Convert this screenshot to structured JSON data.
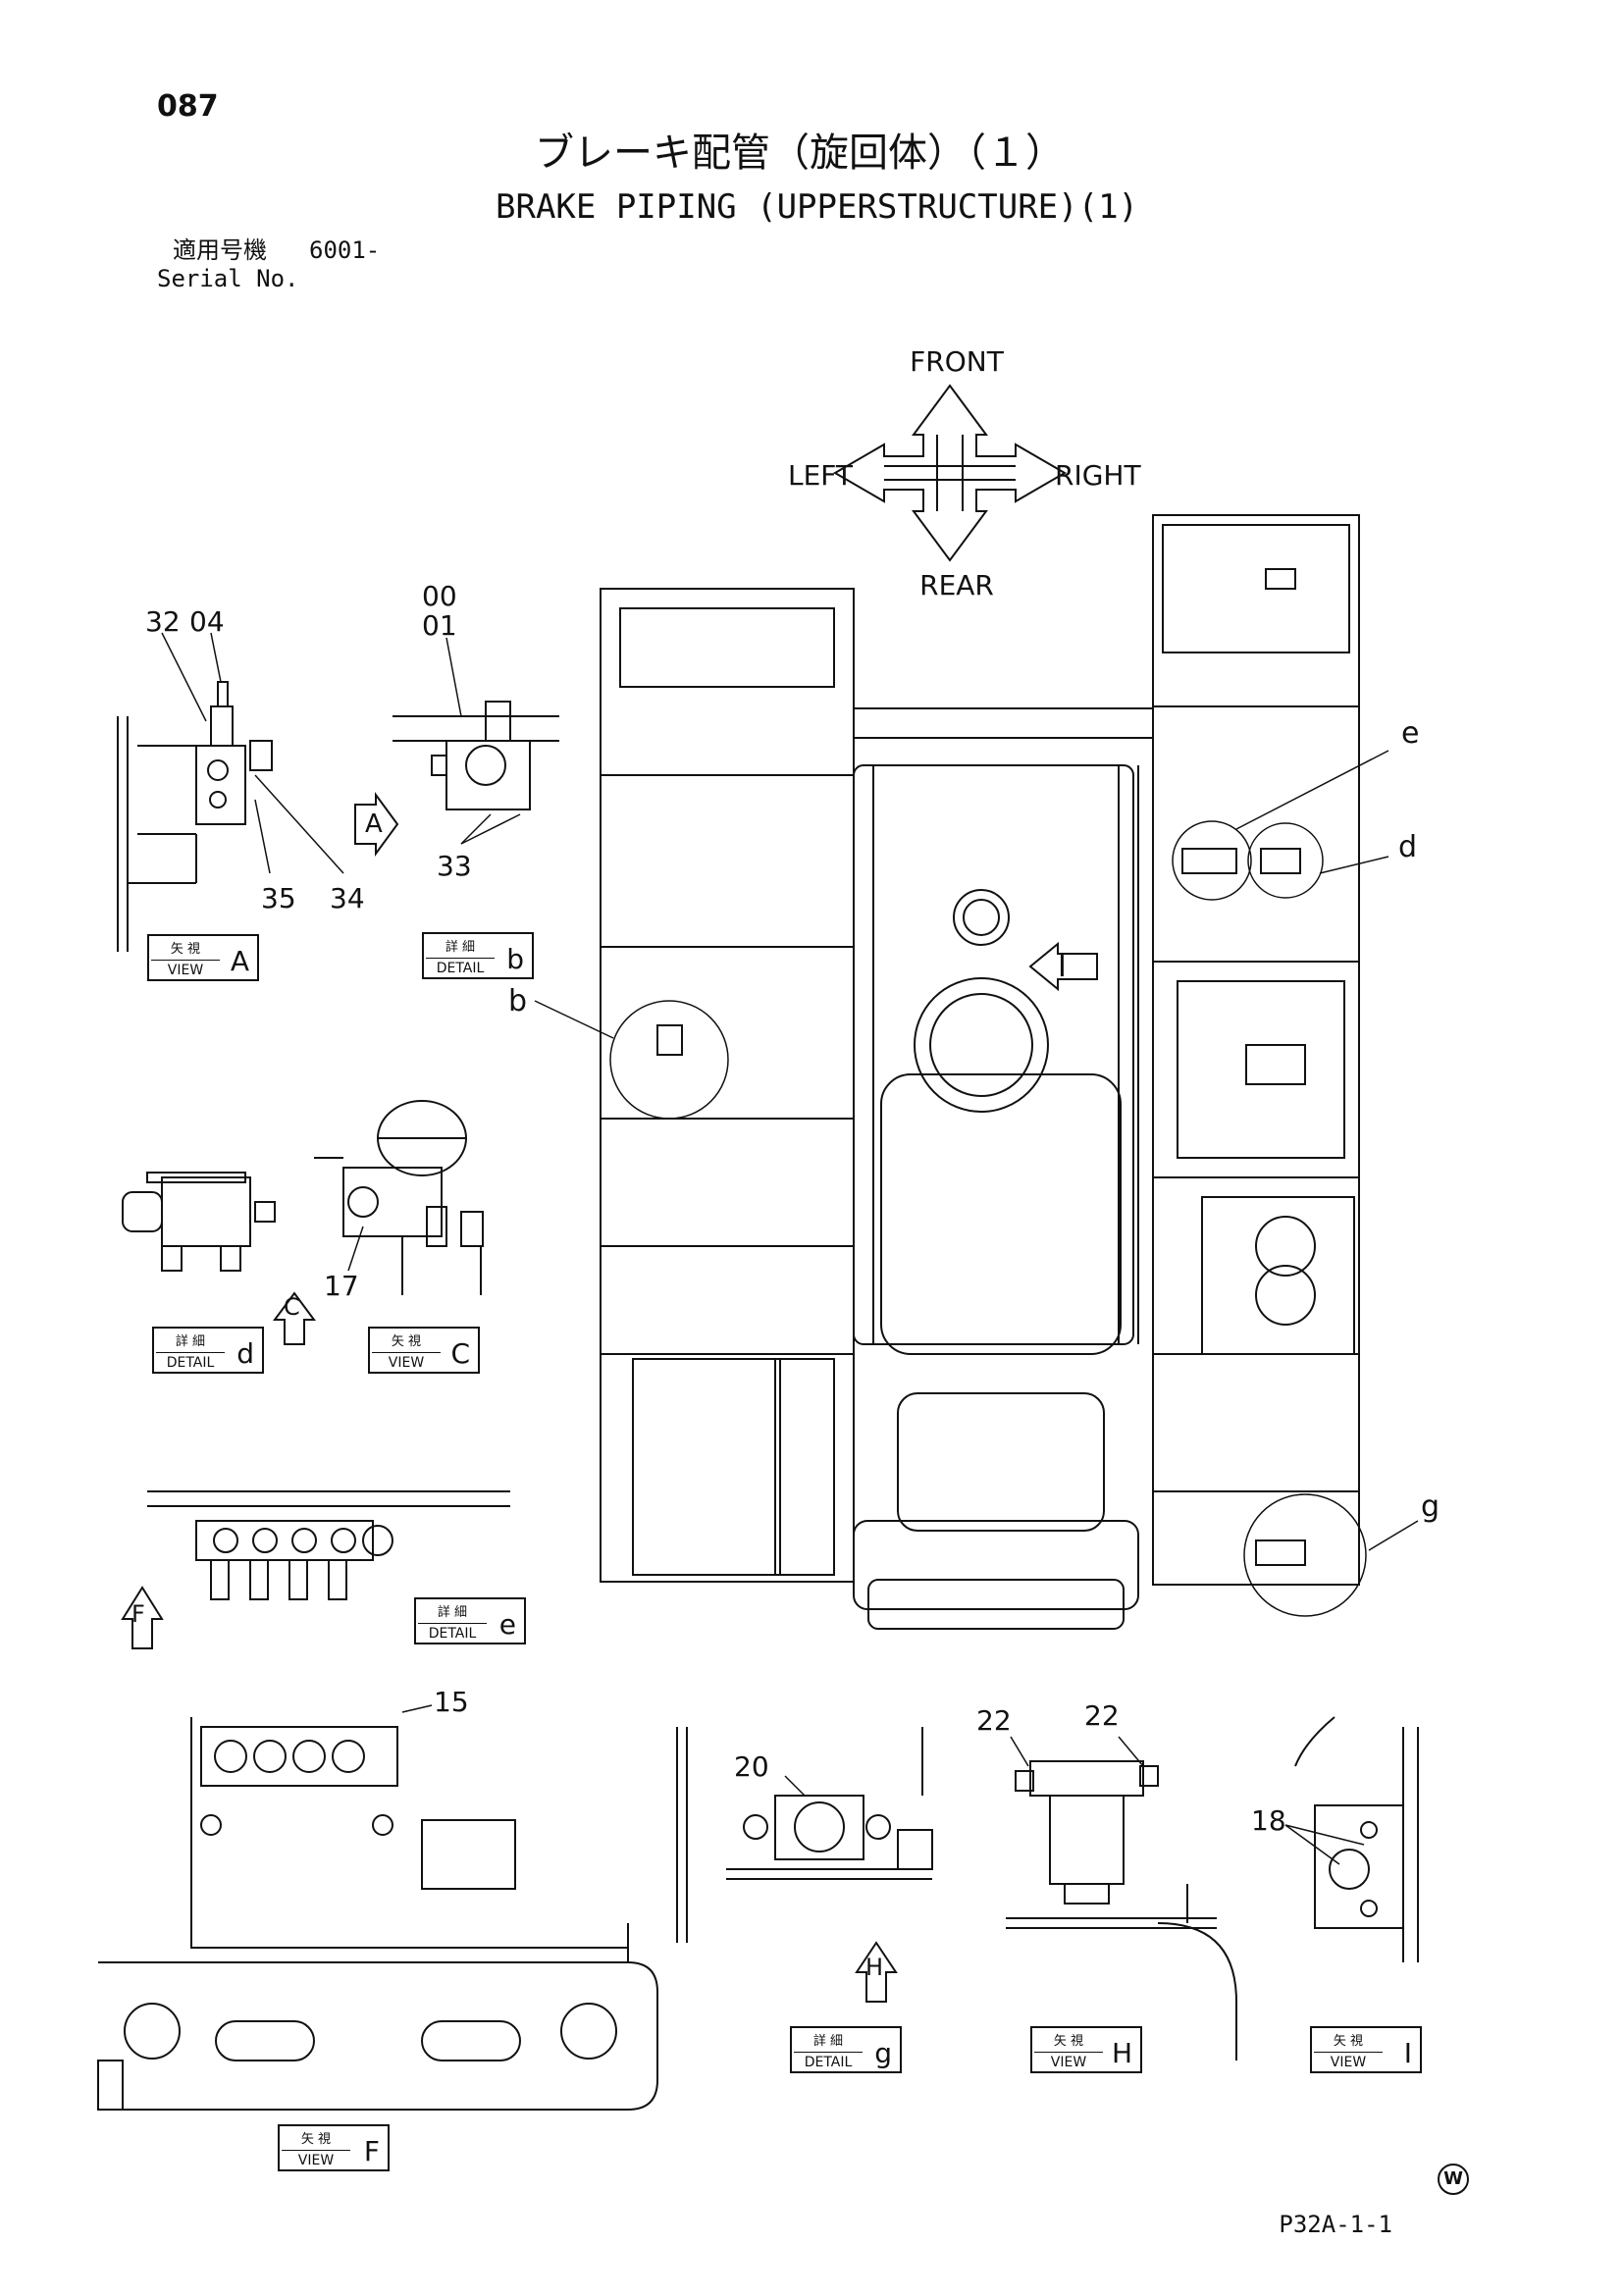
{
  "header": {
    "page_number": "087",
    "title_jp": "ブレーキ配管（旋回体）（１）",
    "title_en": "BRAKE PIPING (UPPERSTRUCTURE)(1)",
    "serial_label_jp": "適用号機",
    "serial_value": "6001-",
    "serial_label_en": "Serial No."
  },
  "compass": {
    "front": "FRONT",
    "rear": "REAR",
    "left": "LEFT",
    "right": "RIGHT"
  },
  "callouts": {
    "b": "b",
    "d": "d",
    "e": "e",
    "g": "g",
    "i_arrow": "I",
    "a_arrow": "A",
    "c_arrow": "C",
    "f_arrow": "F",
    "h_arrow": "H"
  },
  "part_numbers": {
    "p32": "32",
    "p04": "04",
    "p35": "35",
    "p34": "34",
    "p00": "00",
    "p01": "01",
    "p33": "33",
    "p17": "17",
    "p15": "15",
    "p20": "20",
    "p22a": "22",
    "p22b": "22",
    "p18": "18"
  },
  "view_labels": [
    {
      "jp": "矢 視",
      "en": "VIEW",
      "letter": "A"
    },
    {
      "jp": "詳 細",
      "en": "DETAIL",
      "letter": "b"
    },
    {
      "jp": "詳 細",
      "en": "DETAIL",
      "letter": "d"
    },
    {
      "jp": "矢 視",
      "en": "VIEW",
      "letter": "C"
    },
    {
      "jp": "詳 細",
      "en": "DETAIL",
      "letter": "e"
    },
    {
      "jp": "詳 細",
      "en": "DETAIL",
      "letter": "g"
    },
    {
      "jp": "矢 視",
      "en": "VIEW",
      "letter": "H"
    },
    {
      "jp": "矢 視",
      "en": "VIEW",
      "letter": "I"
    },
    {
      "jp": "矢 視",
      "en": "VIEW",
      "letter": "F"
    }
  ],
  "footer": {
    "reference": "P32A-1-1",
    "mark": "W"
  }
}
